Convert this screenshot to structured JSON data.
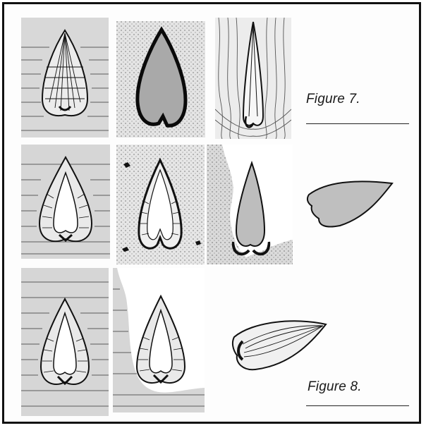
{
  "figures": [
    {
      "id": "figure-7",
      "caption": "Figure 7."
    },
    {
      "id": "figure-8",
      "caption": "Figure 8."
    }
  ],
  "colors": {
    "border": "#111111",
    "ink": "#1a1a1a",
    "stipple_bg": "#d9d9d9",
    "sediment_bg": "#cfcfcf",
    "fossil_fill": "#bdbdbd",
    "paper": "#fdfdfd"
  },
  "panels": [
    {
      "row": 1,
      "col": 1,
      "style": "striated-sediment",
      "subject": "ribbed-leaf-fossil"
    },
    {
      "row": 1,
      "col": 2,
      "style": "stippled",
      "subject": "dark-outline-filled-leaf"
    },
    {
      "row": 1,
      "col": 3,
      "style": "wood-grain",
      "subject": "narrow-cone-fossil"
    },
    {
      "row": 2,
      "col": 1,
      "style": "striated-sediment",
      "subject": "ribbed-leaf-with-hollow"
    },
    {
      "row": 2,
      "col": 2,
      "style": "stippled",
      "subject": "hollow-ribbed-leaf"
    },
    {
      "row": 2,
      "col": 3,
      "style": "eroded-rock",
      "subject": "gray-filled-leaf"
    },
    {
      "row": 2,
      "col": 4,
      "style": "none",
      "subject": "horizontal-gray-leaf"
    },
    {
      "row": 3,
      "col": 1,
      "style": "striated-sediment",
      "subject": "ribbed-leaf-with-hollow"
    },
    {
      "row": 3,
      "col": 2,
      "style": "eroded-rock",
      "subject": "ribbed-leaf-with-hollow"
    },
    {
      "row": 3,
      "col": 3,
      "style": "none",
      "subject": "horizontal-ribbed-leaf"
    }
  ]
}
